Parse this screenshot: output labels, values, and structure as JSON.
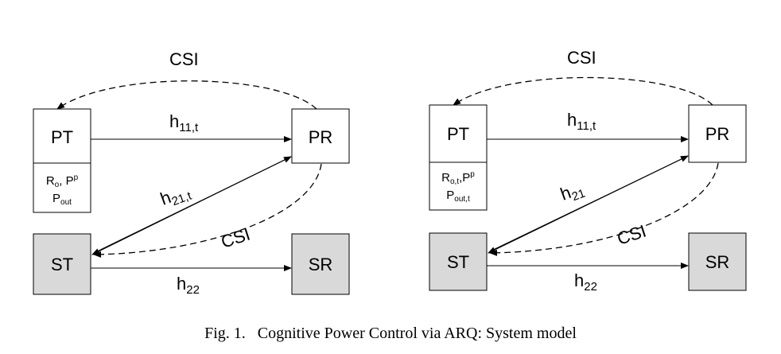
{
  "nodes": {
    "pt": "PT",
    "pr": "PR",
    "st": "ST",
    "sr": "SR"
  },
  "left": {
    "csi_top": "CSI",
    "csi_bottom": "CSI",
    "h11": {
      "base": "h",
      "sub": "11,t"
    },
    "h21": {
      "base": "h",
      "sub": "21,t"
    },
    "h22": {
      "base": "h",
      "sub": "22"
    },
    "params": {
      "r": "R",
      "r_sub": "o",
      "sep": ", ",
      "p": "P",
      "p_sup": "p",
      "pout": "P",
      "pout_sub": "out"
    }
  },
  "right": {
    "csi_top": "CSI",
    "csi_bottom": "CSI",
    "h11": {
      "base": "h",
      "sub": "11,t"
    },
    "h21": {
      "base": "h",
      "sub": "21"
    },
    "h22": {
      "base": "h",
      "sub": "22"
    },
    "params": {
      "r": "R",
      "r_sub": "o,t",
      "sep": ",",
      "p": "P",
      "p_sup": "p",
      "pout": "P",
      "pout_sub": "out,t"
    }
  },
  "caption": {
    "label": "Fig. 1.",
    "text": "Cognitive Power Control via ARQ: System model"
  },
  "colors": {
    "box_fill_primary": "#ffffff",
    "box_fill_secondary": "#d9d9d9",
    "stroke": "#000000"
  }
}
